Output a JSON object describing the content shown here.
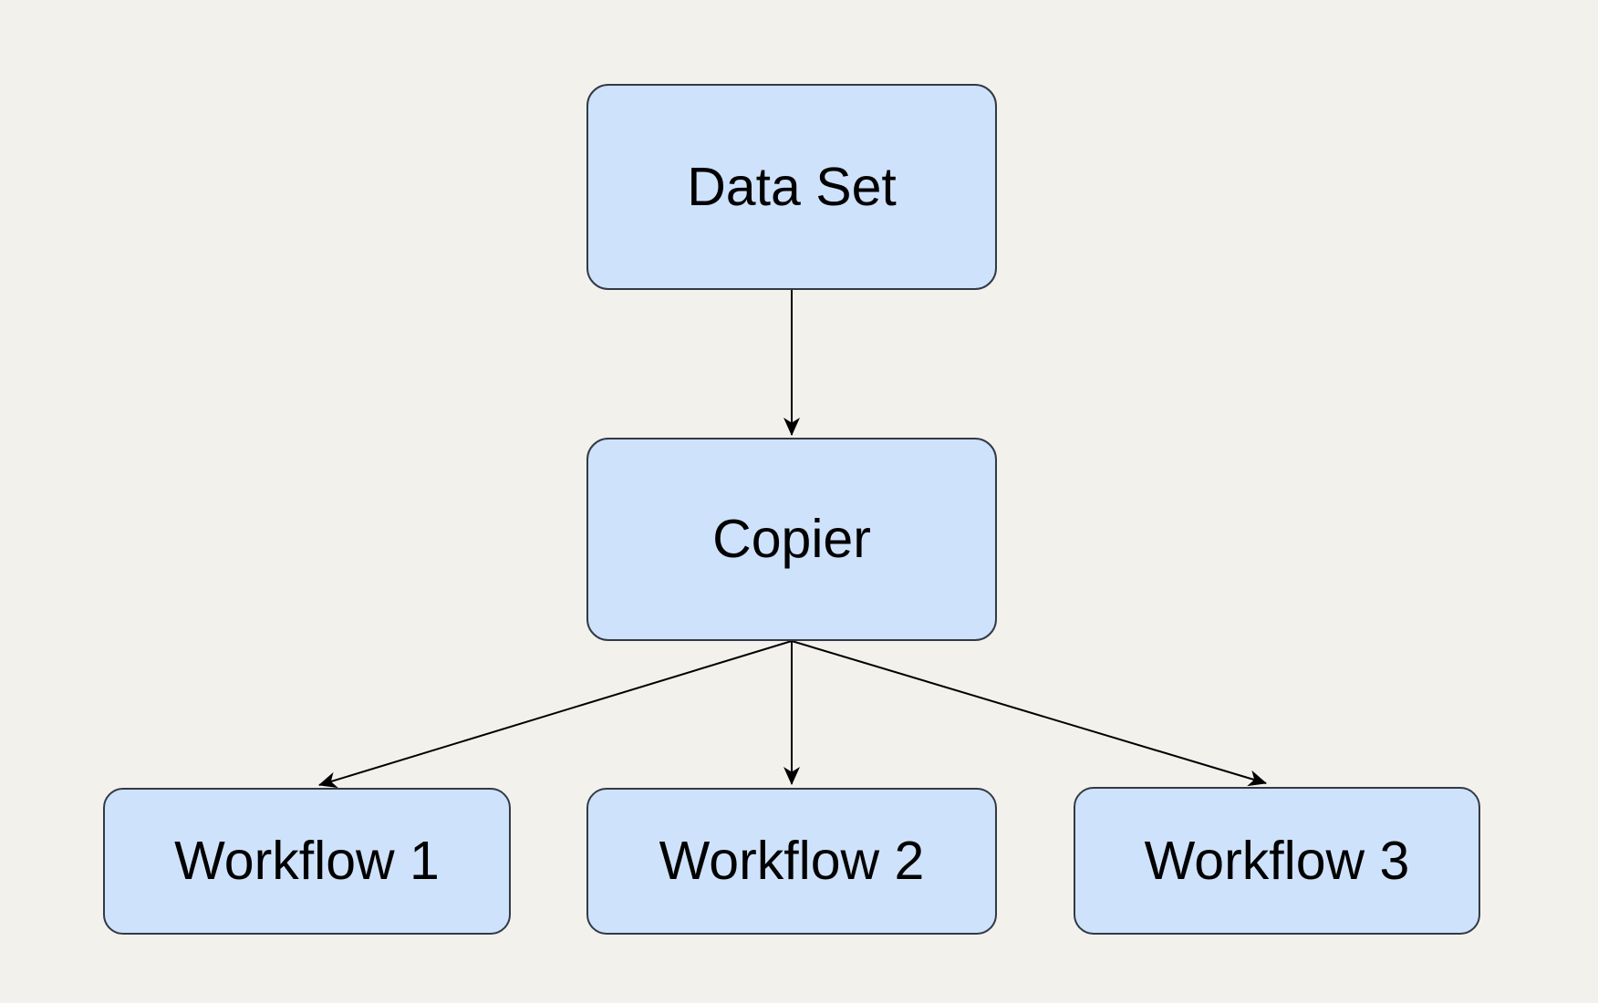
{
  "diagram": {
    "nodes": [
      {
        "id": "data-set",
        "label": "Data Set"
      },
      {
        "id": "copier",
        "label": "Copier"
      },
      {
        "id": "workflow-1",
        "label": "Workflow 1"
      },
      {
        "id": "workflow-2",
        "label": "Workflow 2"
      },
      {
        "id": "workflow-3",
        "label": "Workflow 3"
      }
    ],
    "edges": [
      {
        "from": "data-set",
        "to": "copier"
      },
      {
        "from": "copier",
        "to": "workflow-1"
      },
      {
        "from": "copier",
        "to": "workflow-2"
      },
      {
        "from": "copier",
        "to": "workflow-3"
      }
    ],
    "colors": {
      "background": "#f3f1ec",
      "node_fill": "#cfe2fb",
      "node_border": "#323a46",
      "edge": "#000000",
      "text": "#000000"
    }
  }
}
